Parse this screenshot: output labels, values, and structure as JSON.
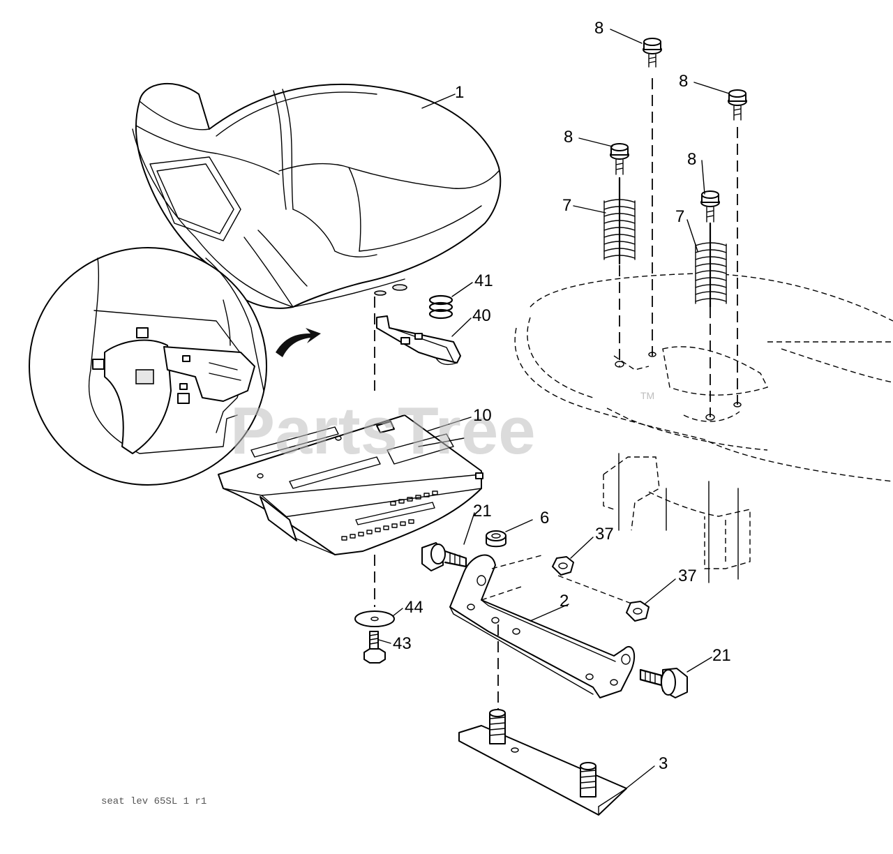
{
  "diagram": {
    "watermark": "PartsTree",
    "watermark_mark": "TM",
    "caption": "seat lev 65SL 1 r1",
    "callouts": [
      {
        "id": "c1",
        "label": "1"
      },
      {
        "id": "c8a",
        "label": "8"
      },
      {
        "id": "c8b",
        "label": "8"
      },
      {
        "id": "c8c",
        "label": "8"
      },
      {
        "id": "c8d",
        "label": "8"
      },
      {
        "id": "c7a",
        "label": "7"
      },
      {
        "id": "c7b",
        "label": "7"
      },
      {
        "id": "c41",
        "label": "41"
      },
      {
        "id": "c40",
        "label": "40"
      },
      {
        "id": "c10",
        "label": "10"
      },
      {
        "id": "c21a",
        "label": "21"
      },
      {
        "id": "c6",
        "label": "6"
      },
      {
        "id": "c37a",
        "label": "37"
      },
      {
        "id": "c37b",
        "label": "37"
      },
      {
        "id": "c2",
        "label": "2"
      },
      {
        "id": "c44",
        "label": "44"
      },
      {
        "id": "c43",
        "label": "43"
      },
      {
        "id": "c21b",
        "label": "21"
      },
      {
        "id": "c3",
        "label": "3"
      }
    ]
  }
}
